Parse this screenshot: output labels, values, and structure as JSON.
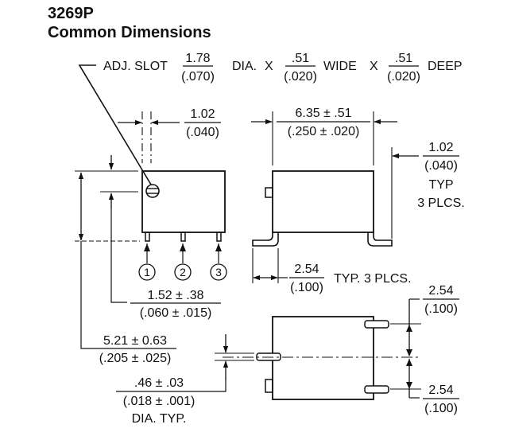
{
  "header": {
    "model": "3269P",
    "subtitle": "Common Dimensions"
  },
  "adj_slot": {
    "label": "ADJ. SLOT",
    "dia_num": "1.78",
    "dia_den": "(.070)",
    "dia_label": "DIA.",
    "times": "X",
    "wide_num": ".51",
    "wide_den": "(.020)",
    "wide_label": "WIDE",
    "deep_num": ".51",
    "deep_den": "(.020)",
    "deep_label": "DEEP"
  },
  "dims": {
    "top_gap": {
      "mm": "1.02",
      "in": "(.040)"
    },
    "body_len": {
      "mm": "6.35 ± .51",
      "in": "(.250 ± .020)"
    },
    "side_pin": {
      "mm": "1.02",
      "in": "(.040)",
      "note1": "TYP",
      "note2": "3 PLCS."
    },
    "pin_pitch": {
      "mm": "2.54",
      "in": "(.100)",
      "note": "TYP. 3 PLCS."
    },
    "height_low": {
      "mm": "1.52 ± .38",
      "in": "(.060 ± .015)"
    },
    "height_total": {
      "mm": "5.21 ± 0.63",
      "in": "(.205 ± .025)"
    },
    "pin_dia": {
      "mm": ".46 ± .03",
      "in": "(.018 ± .001)",
      "note": "DIA. TYP."
    },
    "spacing_top": {
      "mm": "2.54",
      "in": "(.100)"
    },
    "spacing_bottom": {
      "mm": "2.54",
      "in": "(.100)"
    }
  },
  "pins": [
    "1",
    "2",
    "3"
  ]
}
